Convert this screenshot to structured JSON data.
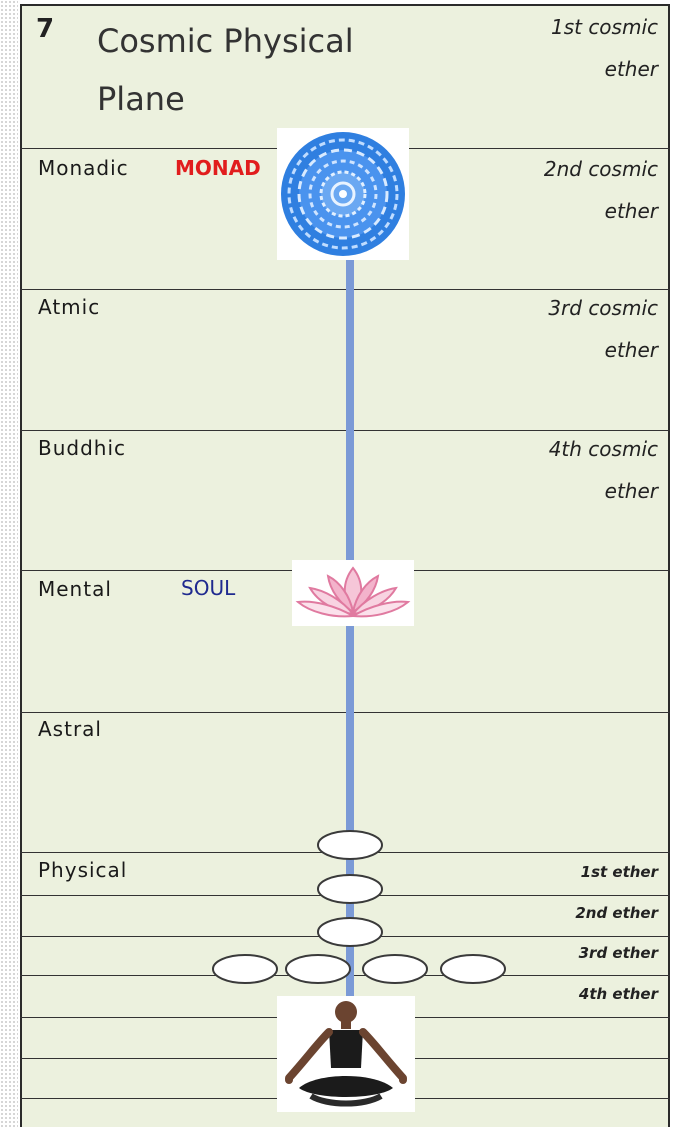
{
  "title": {
    "number": "7",
    "text": "Cosmic Physical Plane"
  },
  "planes": [
    {
      "name": "Monadic",
      "ether": "2nd cosmic\nether"
    },
    {
      "name": "Atmic",
      "ether": "3rd cosmic\nether"
    },
    {
      "name": "Buddhic",
      "ether": "4th cosmic\nether"
    },
    {
      "name": "Mental",
      "ether": ""
    },
    {
      "name": "Astral",
      "ether": ""
    },
    {
      "name": "Physical",
      "ether": ""
    }
  ],
  "top_ether": "1st cosmic\nether",
  "physical_ethers": [
    "1st ether",
    "2nd ether",
    "3rd ether",
    "4th ether"
  ],
  "monad_label": "MONAD",
  "soul_label": "SOUL",
  "colors": {
    "background": "#ecf1de",
    "cord": "#7b9ad6",
    "monad_text": "#e11d1d",
    "soul_text": "#1f2a8f",
    "monad_symbol": "#2f7fe0",
    "lotus": "#e07aa0"
  },
  "icons": {
    "monad": "blue-mandala-icon",
    "soul": "lotus-icon",
    "person": "meditating-person-icon"
  }
}
